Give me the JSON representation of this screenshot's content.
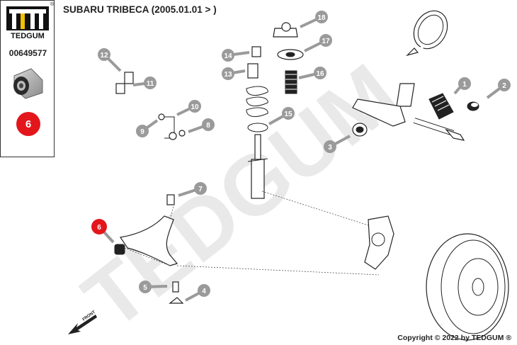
{
  "brand": {
    "name": "TEDGUM",
    "registered": "®"
  },
  "part_number": "00649577",
  "highlight_number": "6",
  "title": "SUBARU TRIBECA (2005.01.01 > )",
  "copyright": "Copyright © 2022 by TEDGUM ®",
  "watermark": "TEDGUM",
  "front_label": "FRONT",
  "callouts": [
    "1",
    "2",
    "3",
    "4",
    "5",
    "6",
    "7",
    "8",
    "9",
    "10",
    "11",
    "12",
    "13",
    "14",
    "15",
    "16",
    "17",
    "18"
  ],
  "colors": {
    "accent": "#e3161c",
    "callout": "#9a9a9a",
    "logo_yellow": "#f2c200"
  }
}
